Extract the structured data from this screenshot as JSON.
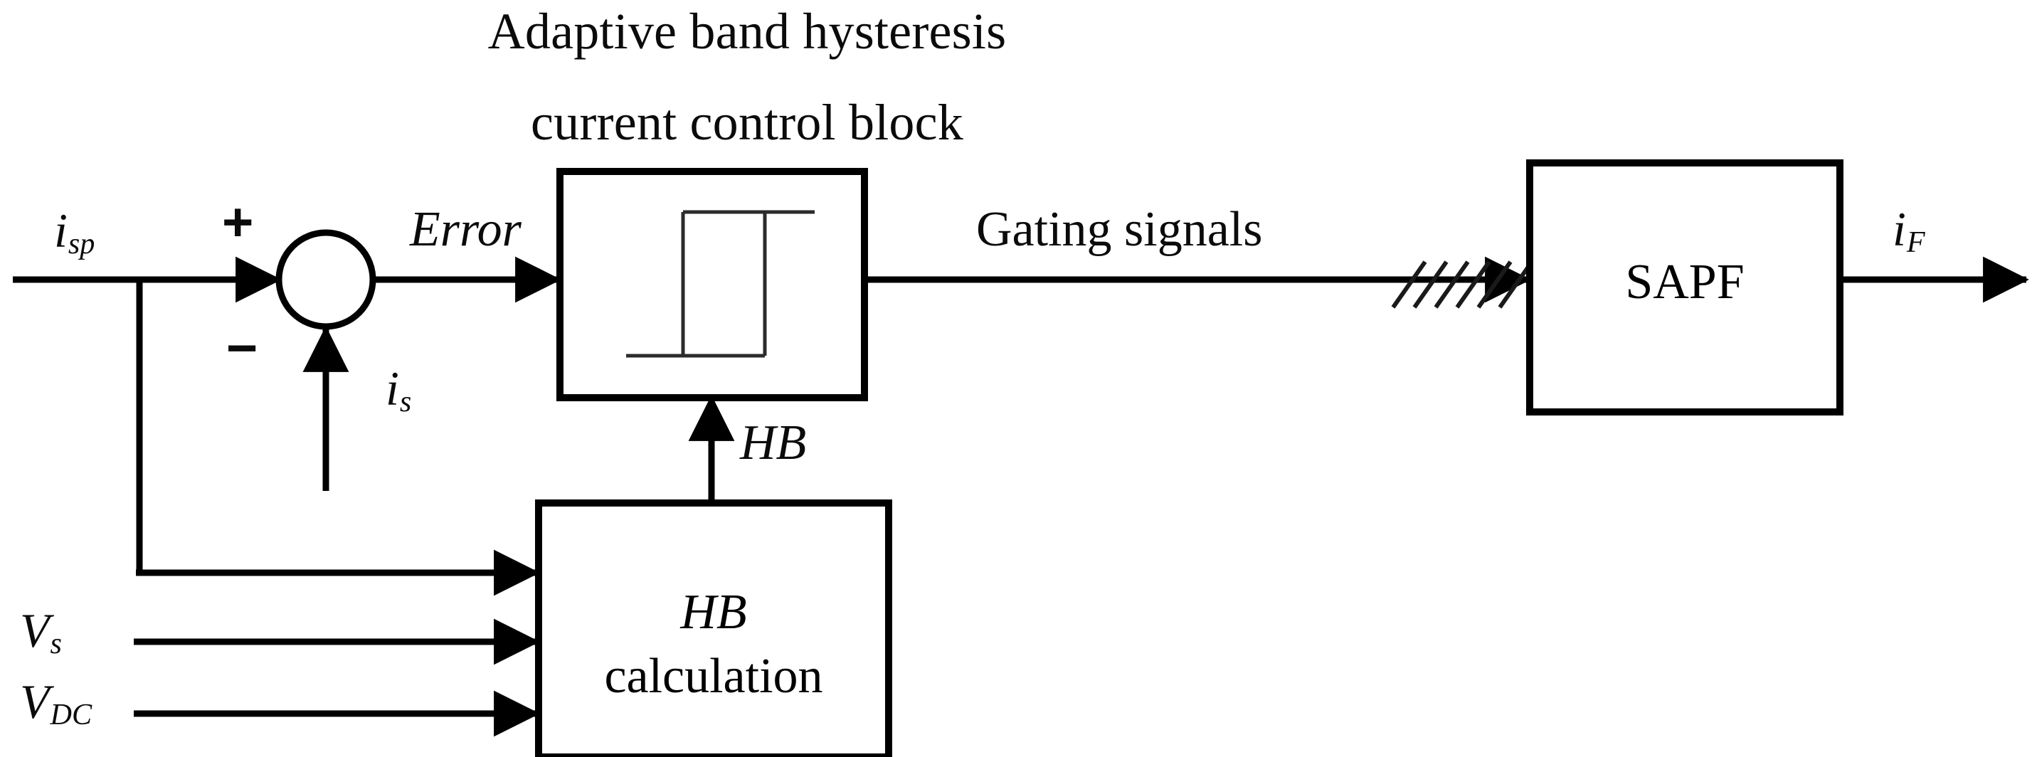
{
  "diagram": {
    "type": "control-block-diagram",
    "background_color": "#ffffff",
    "line_color": "#000000",
    "title": {
      "line1": "Adaptive band hysteresis",
      "line2": "current control block"
    },
    "signals": {
      "reference_current": "i",
      "reference_current_sub": "sp",
      "error": "Error",
      "sensed_current": "i",
      "sensed_current_sub": "s",
      "hysteresis_band": "HB",
      "gating": "Gating signals",
      "filter_current": "i",
      "filter_current_sub": "F",
      "source_voltage": "V",
      "source_voltage_sub": "s",
      "dc_link_voltage": "V",
      "dc_link_voltage_sub": "DC"
    },
    "summing_junction": {
      "name": "summing-junction",
      "plus_sign": "+",
      "minus_sign": "−",
      "plus_input": "i_sp",
      "minus_input": "i_s",
      "output": "Error"
    },
    "blocks": [
      {
        "id": "hysteresis-controller",
        "label": "",
        "icon": "hysteresis-relay-curve",
        "inputs": [
          "Error",
          "HB"
        ],
        "outputs": [
          "Gating signals"
        ]
      },
      {
        "id": "sapf",
        "label": "SAPF",
        "inputs": [
          "Gating signals"
        ],
        "outputs": [
          "i_F"
        ]
      },
      {
        "id": "hb-calculation",
        "label_line1": "HB",
        "label_line2": "calculation",
        "inputs": [
          "i_sp",
          "V_s",
          "V_DC"
        ],
        "outputs": [
          "HB"
        ]
      }
    ],
    "bus": {
      "name": "bus-hatch-marks",
      "count": 6
    }
  }
}
